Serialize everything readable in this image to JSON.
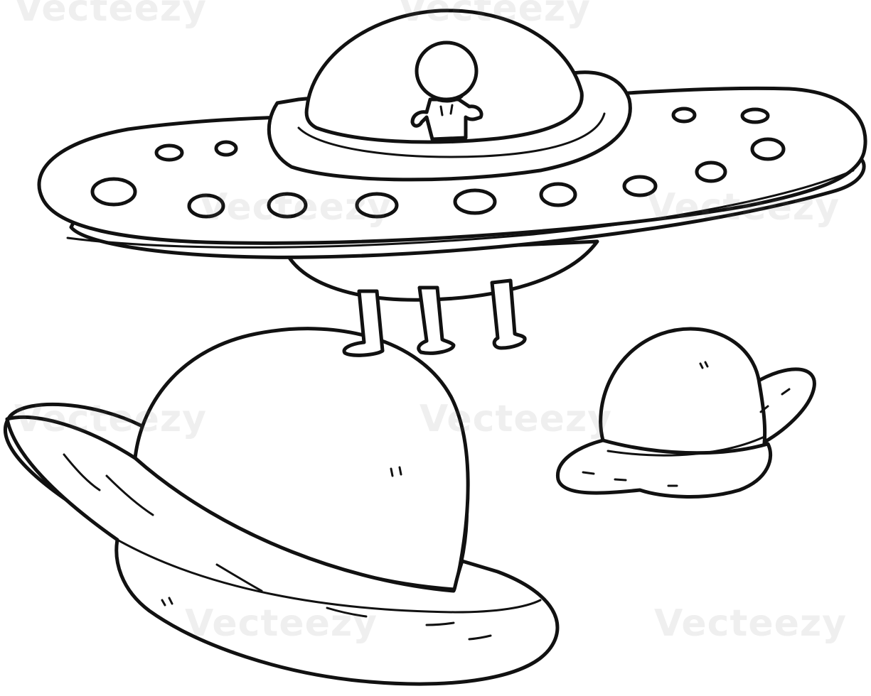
{
  "watermark": {
    "text": "Vecteezy",
    "color": "#787878"
  },
  "illustration": {
    "ink_color": "#111111",
    "background_color": "#ffffff",
    "objects": [
      {
        "name": "flying-saucer",
        "icon": "ufo-icon"
      },
      {
        "name": "alien-pilot",
        "icon": "alien-icon"
      },
      {
        "name": "large-ringed-planet",
        "icon": "planet-icon"
      },
      {
        "name": "small-ringed-planet",
        "icon": "planet-icon"
      }
    ]
  }
}
